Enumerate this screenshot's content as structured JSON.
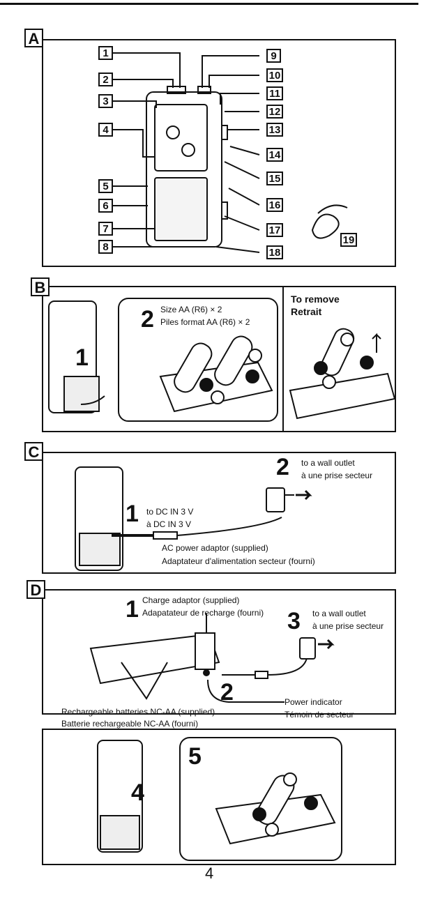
{
  "section_a": {
    "label": "A",
    "callouts": [
      "1",
      "2",
      "3",
      "4",
      "5",
      "6",
      "7",
      "8",
      "9",
      "10",
      "11",
      "12",
      "13",
      "14",
      "15",
      "16",
      "17",
      "18",
      "19"
    ]
  },
  "section_b": {
    "label": "B",
    "step1": "1",
    "step2": "2",
    "battery_en": "Size AA (R6) × 2",
    "battery_fr": "Piles format AA (R6) × 2",
    "remove_en": "To remove",
    "remove_fr": "Retrait"
  },
  "section_c": {
    "label": "C",
    "step1": "1",
    "step2": "2",
    "dc_en": "to DC IN 3 V",
    "dc_fr": "à DC IN 3 V",
    "outlet_en": "to a wall outlet",
    "outlet_fr": "à une prise secteur",
    "adaptor_en": "AC power adaptor (supplied)",
    "adaptor_fr": "Adaptateur d'alimentation secteur (fourni)"
  },
  "section_d": {
    "label": "D",
    "step1": "1",
    "step2": "2",
    "step3": "3",
    "step4": "4",
    "step5": "5",
    "charge_en": "Charge adaptor (supplied)",
    "charge_fr": "Adapatateur de recharge (fourni)",
    "outlet_en": "to a wall outlet",
    "outlet_fr": "à une prise secteur",
    "rech_en": "Rechargeable batteries NC-AA (supplied)",
    "rech_fr": "Batterie rechargeable NC-AA (fourni)",
    "power_en": "Power indicator",
    "power_fr": "Témoin de secteur"
  },
  "page_number": "4"
}
